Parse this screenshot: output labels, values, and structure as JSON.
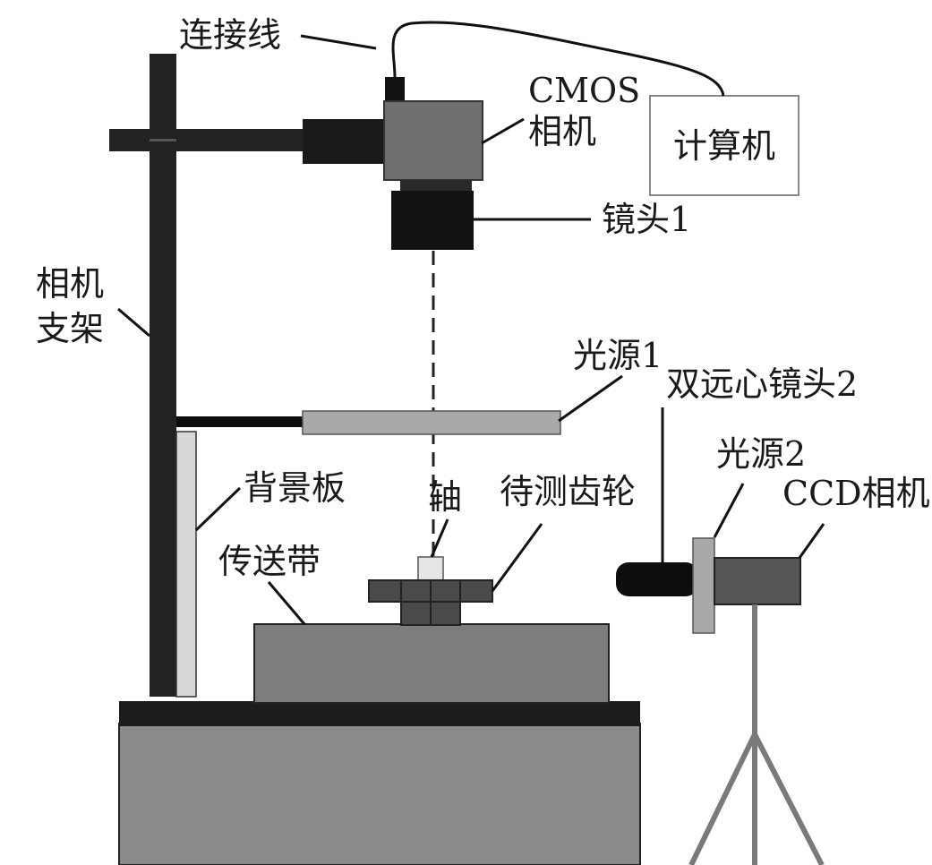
{
  "labels": {
    "cable": "连接线",
    "cmos_camera_line1": "CMOS",
    "cmos_camera_line2": "相机",
    "computer": "计算机",
    "lens1": "镜头1",
    "camera_stand_line1": "相机",
    "camera_stand_line2": "支架",
    "light_source1": "光源1",
    "telecentric_lens2": "双远心镜头2",
    "shaft": "轴",
    "gear_under_test": "待测齿轮",
    "background_board": "背景板",
    "light_source2": "光源2",
    "ccd_camera": "CCD相机",
    "conveyor_belt": "传送带"
  }
}
